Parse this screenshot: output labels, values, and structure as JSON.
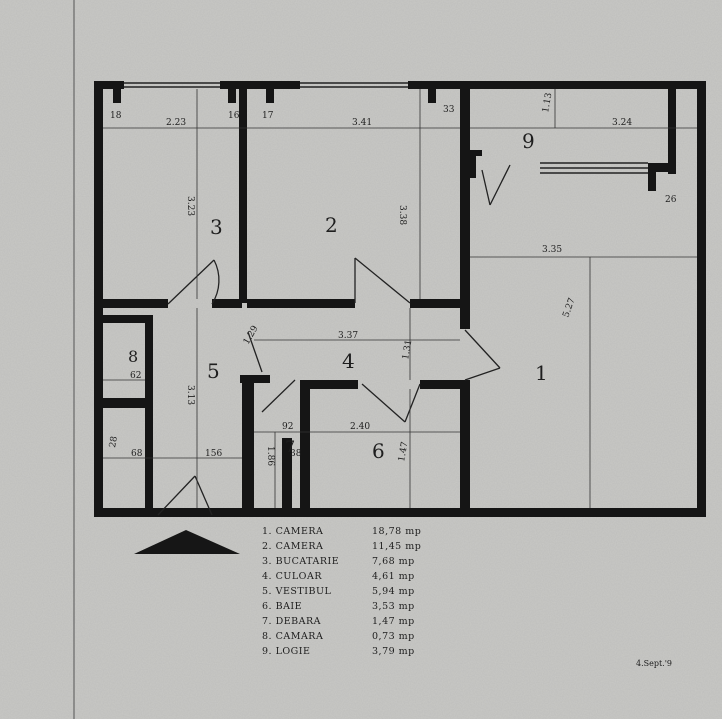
{
  "rooms": [
    {
      "num": "1"
    },
    {
      "num": "2"
    },
    {
      "num": "3"
    },
    {
      "num": "4"
    },
    {
      "num": "5"
    },
    {
      "num": "6"
    },
    {
      "num": "7"
    },
    {
      "num": "8"
    },
    {
      "num": "9"
    }
  ],
  "dimensions": {
    "room3_width": "2.23",
    "room2_width": "3.41",
    "room9_width": "3.24",
    "room3_length": "3.23",
    "room2_length": "3.38",
    "room1_width": "3.35",
    "room1_length": "5.27",
    "hall_width": "3.37",
    "room5_length": "3.13",
    "room6_width": "2.40",
    "room6_length": "1.47",
    "room7_width": "92",
    "room7_length": "1.86",
    "room8_width_top": "62",
    "room8_width_bottom": "68",
    "room5_bottom": "156",
    "room9_length": "1.13",
    "hall_small_1": "1.31",
    "hall_small_2": "1.29",
    "small_28": "28",
    "small_38": "38",
    "small_18": "18",
    "small_16": "16",
    "small_17": "17",
    "small_33": "33",
    "small_26": "26"
  },
  "legend": [
    {
      "name": "1. CAMERA",
      "area": "18,78 mp"
    },
    {
      "name": "2. CAMERA",
      "area": "11,45 mp"
    },
    {
      "name": "3. BUCATARIE",
      "area": "7,68 mp"
    },
    {
      "name": "4. CULOAR",
      "area": "4,61 mp"
    },
    {
      "name": "5. VESTIBUL",
      "area": "5,94 mp"
    },
    {
      "name": "6. BAIE",
      "area": "3,53 mp"
    },
    {
      "name": "7. DEBARA",
      "area": "1,47 mp"
    },
    {
      "name": "8. CAMARA",
      "area": "0,73 mp"
    },
    {
      "name": "9. LOGIE",
      "area": "3,79 mp"
    }
  ],
  "signature": "4.Sept.'9",
  "colors": {
    "paper": "#c9c9c6",
    "ink": "#1e1e1e"
  }
}
